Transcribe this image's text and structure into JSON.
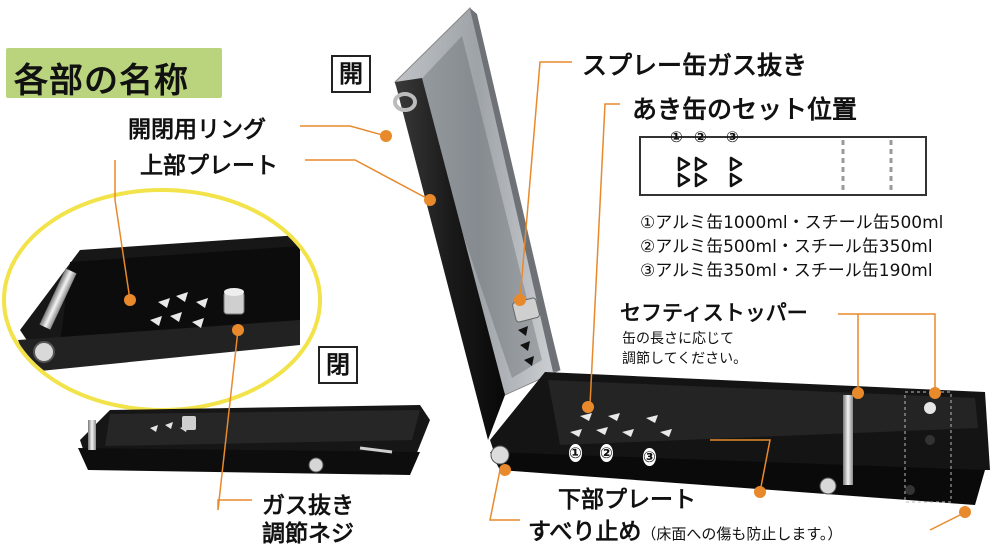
{
  "title": "各部の名称",
  "state_open": "開",
  "state_closed": "閉",
  "labels": {
    "ring": "開閉用リング",
    "upper_plate": "上部プレート",
    "spray": "スプレー缶ガス抜き",
    "can_position": "あき缶のセット位置",
    "safety_stopper": "セフティストッパー",
    "stopper_note_1": "缶の長さに応じて",
    "stopper_note_2": "調節してください。",
    "gas_screw_1": "ガス抜き",
    "gas_screw_2": "調節ネジ",
    "lower_plate": "下部プレート",
    "non_slip": "すべり止め",
    "non_slip_note": "（床面への傷も防止します。）"
  },
  "can_sizes": [
    {
      "mark": "①",
      "text": "アルミ缶1000ml・スチール缶500ml"
    },
    {
      "mark": "②",
      "text": "アルミ缶500ml・スチール缶350ml"
    },
    {
      "mark": "③",
      "text": "アルミ缶350ml・スチール缶190ml"
    }
  ],
  "diagram_marks": [
    "①",
    "②",
    "③"
  ],
  "product_marks": [
    "①",
    "②",
    "③"
  ],
  "colors": {
    "accent_orange": "#e8892c",
    "title_bg": "#b9d47c",
    "zoom_ring": "#f2e34a",
    "product_black": "#141414"
  }
}
